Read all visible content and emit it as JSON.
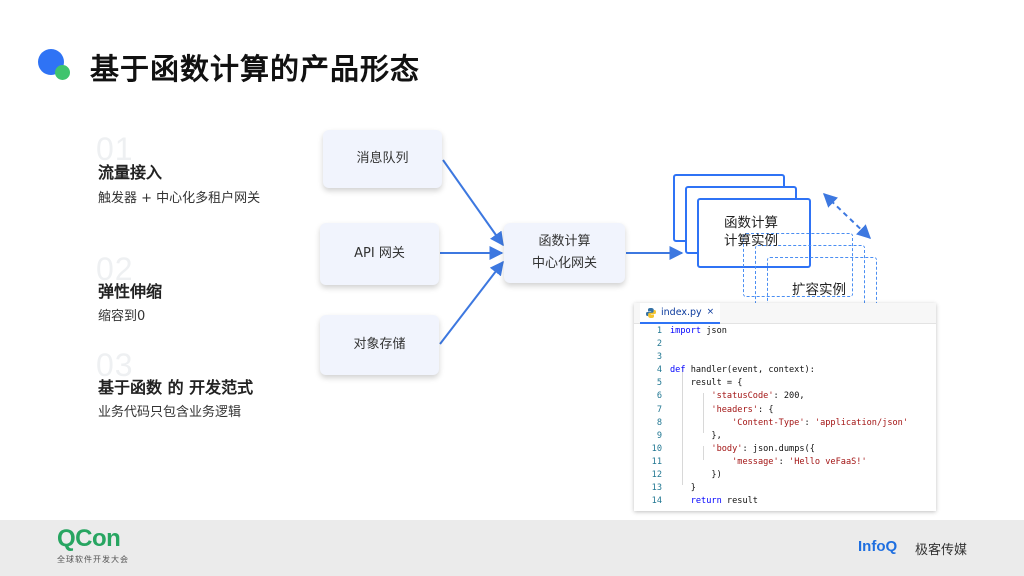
{
  "title": "基于函数计算的产品形态",
  "features": [
    {
      "num": "01",
      "heading": "流量接入",
      "desc": "触发器 + 中心化多租户网关"
    },
    {
      "num": "02",
      "heading": "弹性伸缩",
      "desc": "缩容到0"
    },
    {
      "num": "03",
      "heading": "基于函数 的 开发范式",
      "desc": "业务代码只包含业务逻辑"
    }
  ],
  "diagram": {
    "sources": [
      "消息队列",
      "API 网关",
      "对象存储"
    ],
    "gateway": [
      "函数计算",
      "中心化网关"
    ],
    "instance_label": [
      "函数计算",
      "计算实例"
    ],
    "scale_label": "扩容实例"
  },
  "code": {
    "filename": "index.py",
    "close_glyph": "×",
    "lines": [
      {
        "n": "1",
        "text": "import json"
      },
      {
        "n": "2",
        "text": ""
      },
      {
        "n": "3",
        "text": ""
      },
      {
        "n": "4",
        "text": "def handler(event, context):"
      },
      {
        "n": "5",
        "text": "    result = {"
      },
      {
        "n": "6",
        "text": "        'statusCode': 200,"
      },
      {
        "n": "7",
        "text": "        'headers': {"
      },
      {
        "n": "8",
        "text": "            'Content-Type': 'application/json'"
      },
      {
        "n": "9",
        "text": "        },"
      },
      {
        "n": "10",
        "text": "        'body': json.dumps({"
      },
      {
        "n": "11",
        "text": "            'message': 'Hello veFaaS!'"
      },
      {
        "n": "12",
        "text": "        })"
      },
      {
        "n": "13",
        "text": "    }"
      },
      {
        "n": "14",
        "text": "    return result"
      }
    ]
  },
  "footer": {
    "brand_main": "QCon",
    "brand_sub": "全球软件开发大会",
    "partner": "InfoQ",
    "partner_cn": "极客传媒"
  },
  "colors": {
    "accent": "#2f73f5",
    "green": "#3fc46e",
    "brand_green": "#27a561"
  }
}
